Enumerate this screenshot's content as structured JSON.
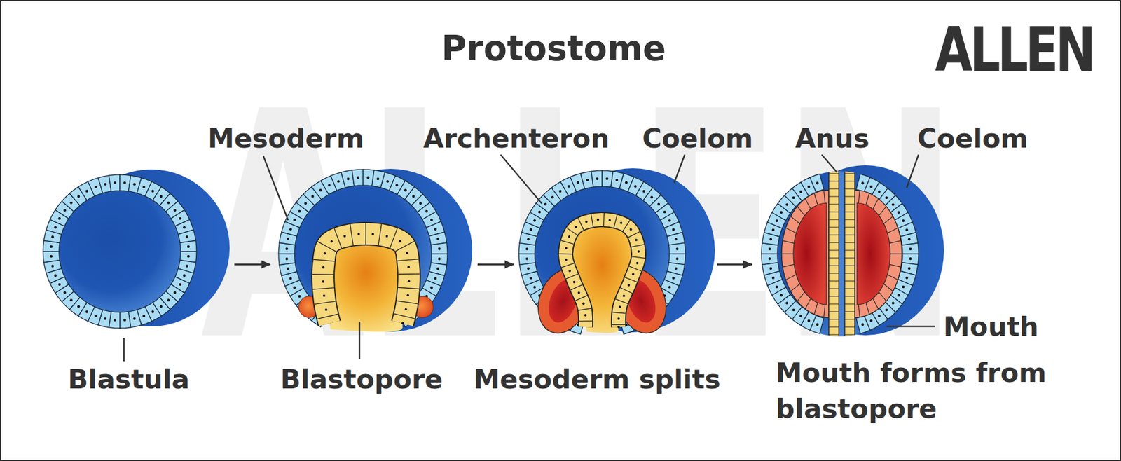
{
  "diagram": {
    "title": "Protostome",
    "nodes": [
      {
        "text": [
          "Blastula"
        ]
      },
      {
        "text": [
          "Blastopore"
        ]
      },
      {
        "text": [
          "Mesoderm splits"
        ]
      },
      {
        "text": [
          "Mouth forms from blastopore"
        ]
      }
    ],
    "edges": [
      {
        "from": 0,
        "to": 1,
        "arrow": "to"
      },
      {
        "from": 1,
        "to": 2,
        "arrow": "to"
      },
      {
        "from": 2,
        "to": 3,
        "arrow": "to"
      }
    ],
    "labels": [
      "ALLEN",
      "ALLEN",
      "Mesoderm",
      "Archenteron",
      "Coelom",
      "Anus",
      "Coelom",
      "Mouth"
    ]
  }
}
